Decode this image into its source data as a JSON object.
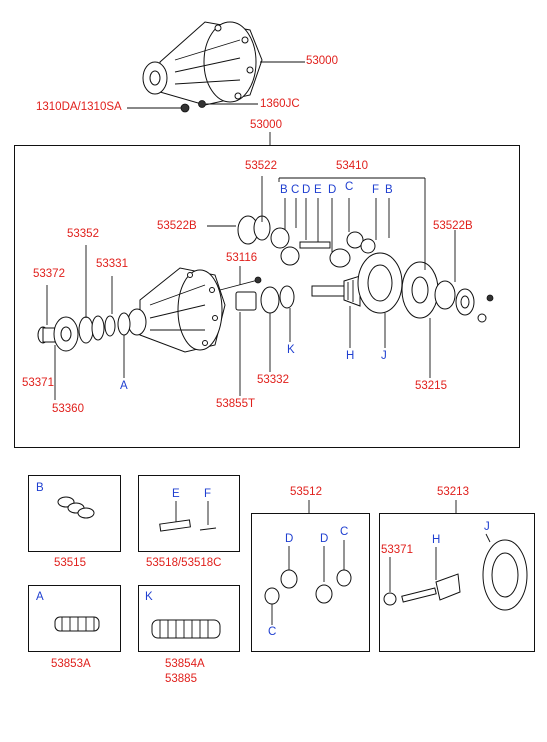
{
  "colors": {
    "part_number": "#e0201c",
    "letter_code": "#1f3fd0",
    "line": "#111111"
  },
  "top": {
    "part_main": "53000",
    "bolt_left": "1310DA/1310SA",
    "bolt_right": "1360JC"
  },
  "main_box": {
    "title": "53000",
    "labels": {
      "p53522": "53522",
      "p53410": "53410",
      "p53522B_left": "53522B",
      "p53522B_right": "53522B",
      "p53352": "53352",
      "p53331": "53331",
      "p53372": "53372",
      "p53116": "53116",
      "p53371": "53371",
      "p53360": "53360",
      "p53332": "53332",
      "p53855T": "53855T",
      "p53215": "53215"
    },
    "letters": {
      "b1": "B",
      "c1": "C",
      "d1": "D",
      "e1": "E",
      "d2": "D",
      "c2": "C",
      "f1": "F",
      "b2": "B",
      "a": "A",
      "k": "K",
      "h": "H",
      "j": "J"
    }
  },
  "kits": {
    "k53515": {
      "letter": "B",
      "part": "53515"
    },
    "k53518": {
      "letter_e": "E",
      "letter_f": "F",
      "part": "53518/53518C"
    },
    "k53853A": {
      "letter": "A",
      "part": "53853A"
    },
    "k53854A": {
      "letter": "K",
      "part1": "53854A",
      "part2": "53885"
    },
    "k53512": {
      "title": "53512",
      "d1": "D",
      "c1": "C",
      "d2": "D",
      "c2": "C"
    },
    "k53213": {
      "title": "53213",
      "part": "53371",
      "h": "H",
      "j": "J"
    }
  }
}
